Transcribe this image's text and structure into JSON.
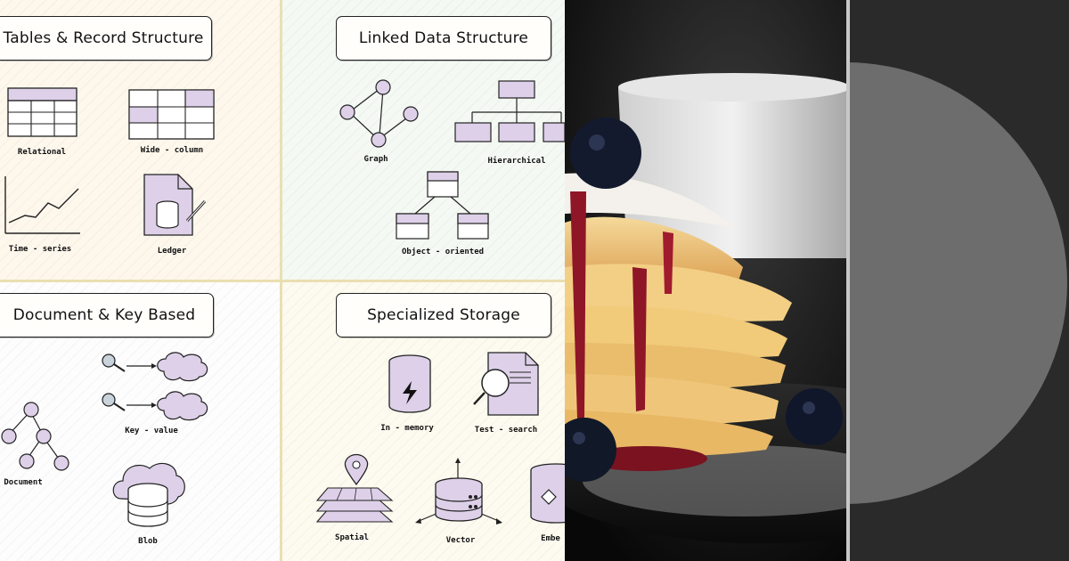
{
  "panels": {
    "tables": {
      "title": "Tables & Record Structure",
      "labels": [
        "Relational",
        "Wide - column",
        "Time - series",
        "Ledger"
      ]
    },
    "linked": {
      "title": "Linked Data Structure",
      "labels": [
        "Graph",
        "Hierarchical",
        "Object - oriented"
      ]
    },
    "document": {
      "title": "Document & Key Based",
      "labels": [
        "Key - value",
        "Document",
        "Blob"
      ]
    },
    "specialized": {
      "title": "Specialized Storage",
      "labels": [
        "In - memory",
        "Test - search",
        "Spatial",
        "Vector",
        "Embe"
      ]
    }
  },
  "colors": {
    "accent_lavender": "#ddd0e8",
    "ink": "#222222",
    "divider": "#eadfb2",
    "dark_panel": "#2a2a2a",
    "gray_circle": "#6d6d6d"
  },
  "icons": [
    "relational-table-icon",
    "wide-column-table-icon",
    "time-series-chart-icon",
    "ledger-document-icon",
    "graph-nodes-icon",
    "hierarchy-tree-icon",
    "object-oriented-icon",
    "key-icon",
    "cloud-icon",
    "document-tree-icon",
    "blob-database-icon",
    "lightning-database-icon",
    "search-document-icon",
    "map-pin-layers-icon",
    "vector-database-icon",
    "embedding-database-icon"
  ]
}
